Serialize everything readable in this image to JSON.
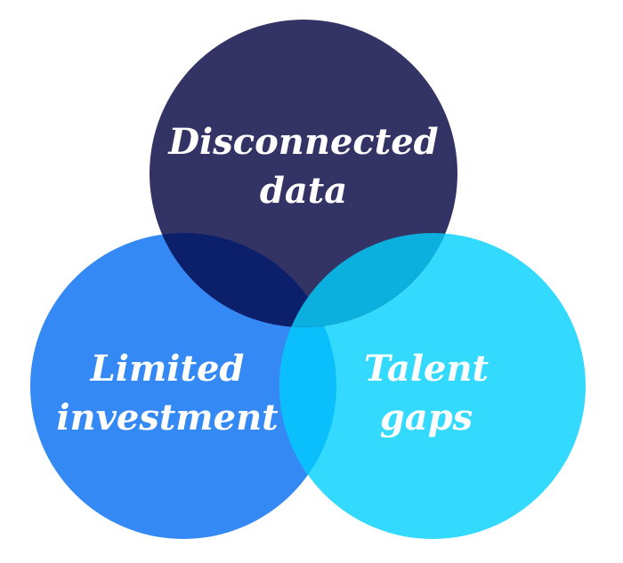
{
  "colors": {
    "top": "#343366",
    "left": "#3589f5",
    "right": "#33dafd",
    "top_left": "#0c1f6b",
    "left_right": "#0abffc",
    "top_right": "#0cb0df"
  },
  "circles": {
    "top": {
      "line1": "Disconnected",
      "line2": "data"
    },
    "left": {
      "line1": "Limited",
      "line2": "investment"
    },
    "right": {
      "line1": "Talent",
      "line2": "gaps"
    }
  }
}
